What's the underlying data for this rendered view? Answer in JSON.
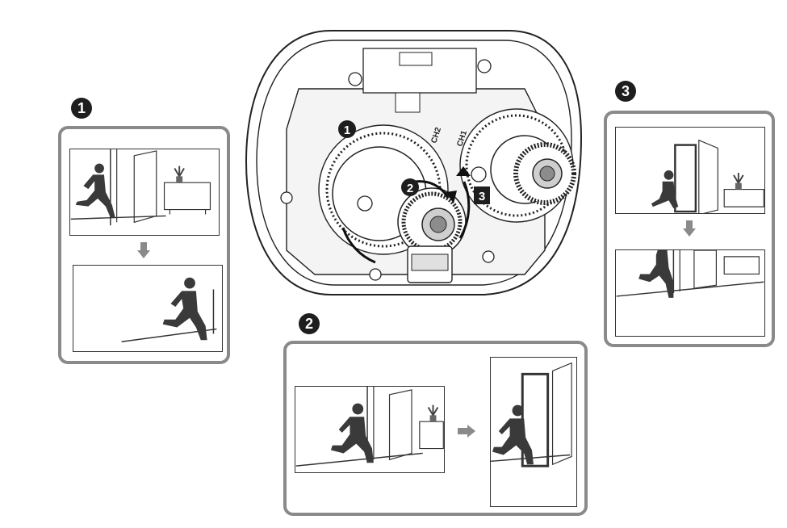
{
  "steps": [
    {
      "number": "1"
    },
    {
      "number": "2"
    },
    {
      "number": "3"
    }
  ],
  "camera": {
    "channel_labels": [
      "CH2",
      "CH1"
    ],
    "callouts": [
      "1",
      "2",
      "3"
    ]
  },
  "colors": {
    "panel_border": "#8a8a8a",
    "badge": "#1e1e1e",
    "arrow": "#8a8a8a",
    "figure": "#3a3a3a"
  },
  "icons": [
    "person-running-icon",
    "door-icon",
    "plant-icon",
    "table-icon",
    "arrow-down-icon",
    "arrow-right-icon",
    "rotate-arrow-icon"
  ]
}
